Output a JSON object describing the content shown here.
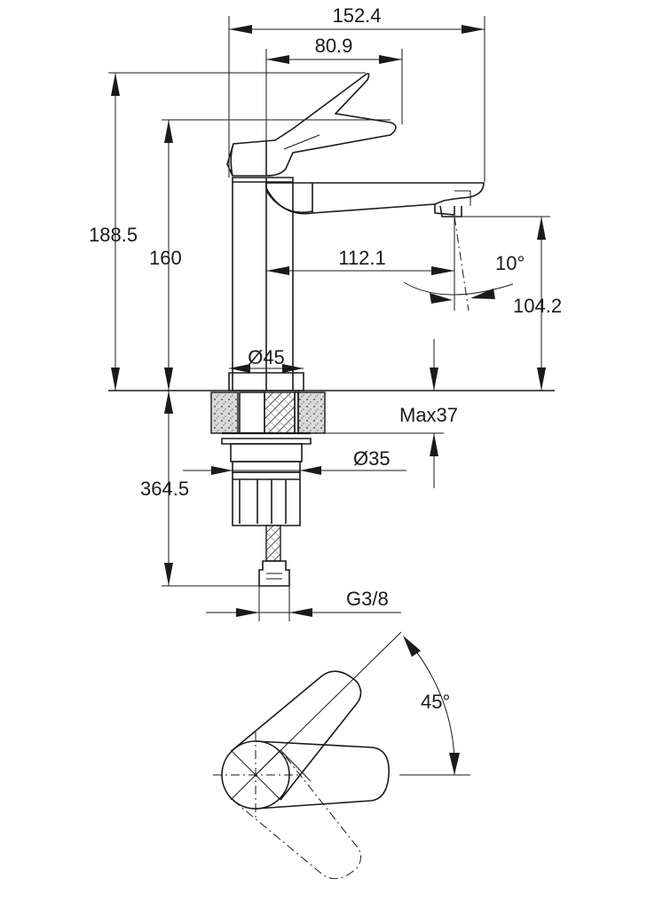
{
  "dimensions": {
    "total_length": "152.4",
    "handle_offset": "80.9",
    "total_height": "188.5",
    "body_height": "160",
    "spout_reach": "112.1",
    "spout_angle": "10°",
    "spout_height": "104.2",
    "base_diameter": "Ø45",
    "max_deck": "Max37",
    "hole_diameter": "Ø35",
    "hose_length": "364.5",
    "connection": "G3/8",
    "handle_rotation": "45°"
  }
}
